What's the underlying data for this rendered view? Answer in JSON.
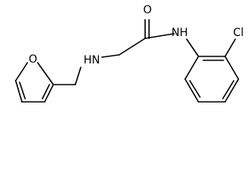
{
  "molecule": {
    "atoms": {
      "oxygen_carbonyl": "O",
      "nh_amide": "NH",
      "cl": "Cl",
      "hn_amine": "HN",
      "oxygen_furan": "O"
    }
  }
}
